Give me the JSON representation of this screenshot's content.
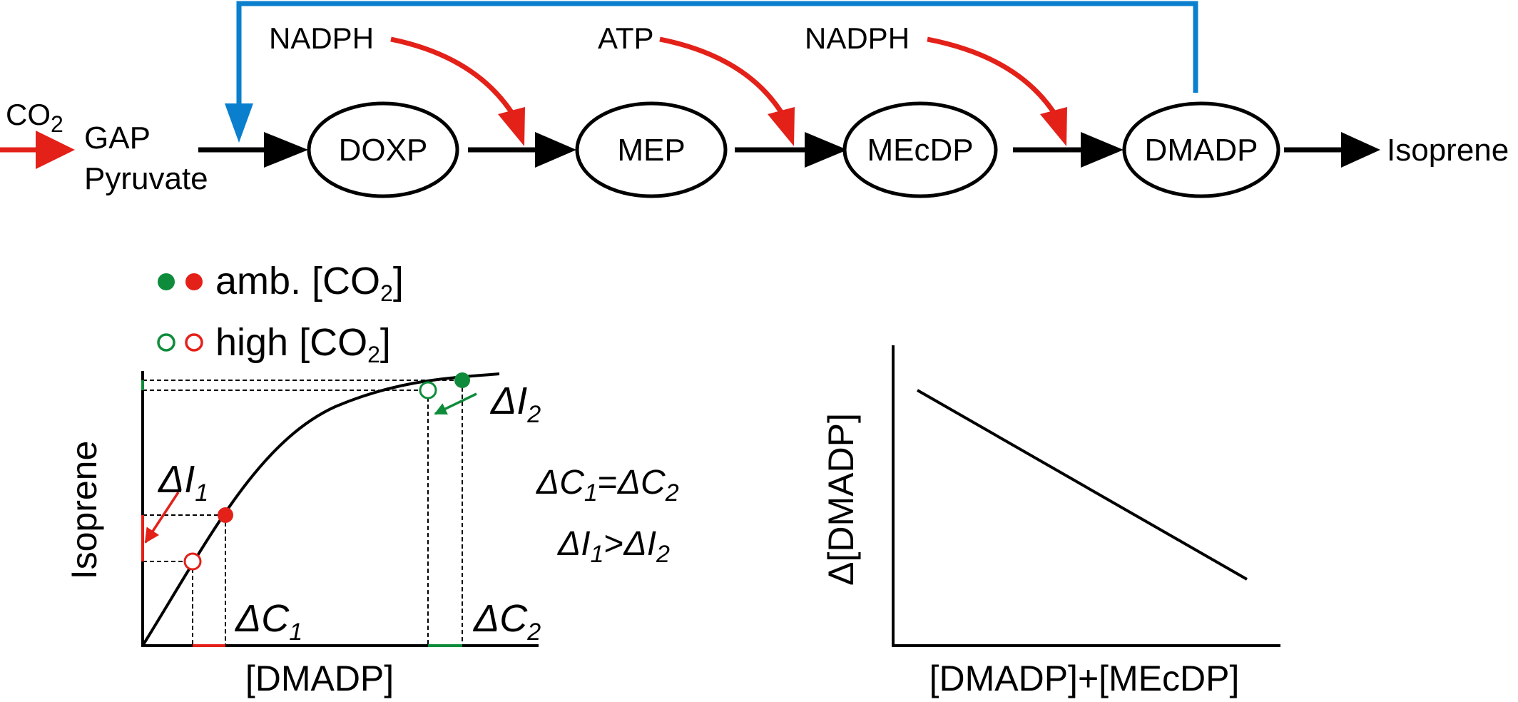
{
  "pathway": {
    "inputs": {
      "co2": "CO",
      "co2_sub": "2",
      "gap": "GAP",
      "pyruvate": "Pyruvate"
    },
    "nodes": [
      "DOXP",
      "MEP",
      "MEcDP",
      "DMADP"
    ],
    "product": "Isoprene",
    "cofactors": [
      "NADPH",
      "ATP",
      "NADPH"
    ]
  },
  "legend": {
    "ambient_label": "amb. [CO",
    "ambient_sub": "2",
    "ambient_close": "]",
    "high_label": "high [CO",
    "high_sub": "2",
    "high_close": "]"
  },
  "left_plot": {
    "xlabel": "[DMADP]",
    "ylabel": "Isoprene",
    "delta_i1": {
      "main": "ΔI",
      "sub": "1"
    },
    "delta_i2": {
      "main": "ΔI",
      "sub": "2"
    },
    "delta_c1": {
      "main": "ΔC",
      "sub": "1"
    },
    "delta_c2": {
      "main": "ΔC",
      "sub": "2"
    }
  },
  "equations": {
    "eq1": {
      "a": "ΔC",
      "a_sub": "1",
      "op": "=",
      "b": "ΔC",
      "b_sub": "2"
    },
    "eq2": {
      "a": "ΔI",
      "a_sub": "1",
      "op": ">",
      "b": "ΔI",
      "b_sub": "2"
    }
  },
  "right_plot": {
    "xlabel": "[DMADP]+[MEcDP]",
    "ylabel": "Δ[DMADP]"
  },
  "colors": {
    "red": "#e32119",
    "green": "#0f8c3b",
    "blue": "#0a7fce",
    "black": "#000000"
  }
}
